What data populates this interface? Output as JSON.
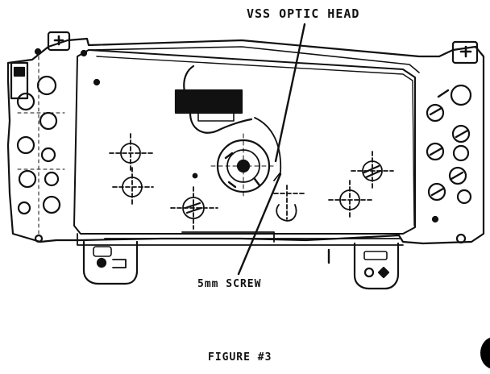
{
  "labels": {
    "vss_optic_head": "VSS OPTIC HEAD",
    "screw": "5mm SCREW",
    "figure": "FIGURE #3"
  },
  "colors": {
    "ink": "#111111",
    "paper": "#ffffff"
  }
}
